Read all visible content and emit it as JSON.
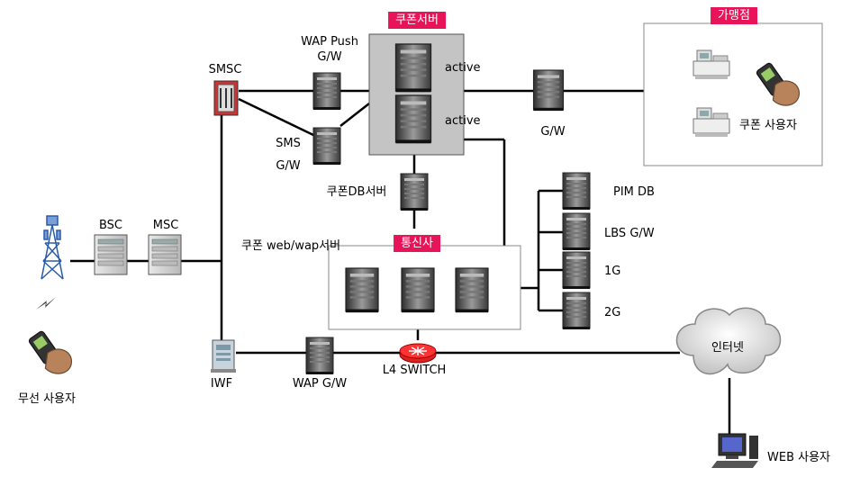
{
  "colors": {
    "accent_tag": "#e8145a",
    "line": "#000000",
    "group_box_fill": "#c8c8c8",
    "server_dark": "#4a4a4a",
    "cloud": "#d4d4d4"
  },
  "tags": {
    "coupon_server": "쿠폰서버",
    "merchant": "가맹점",
    "carrier": "통신사"
  },
  "labels": {
    "smsc": "SMSC",
    "wap_push_gw_line1": "WAP Push",
    "wap_push_gw_line2": "G/W",
    "active1": "active",
    "active2": "active",
    "sms_gw_line1": "SMS",
    "sms_gw_line2": "G/W",
    "gw": "G/W",
    "coupon_user": "쿠폰 사용자",
    "coupon_db_server": "쿠폰DB서버",
    "pim_db": "PIM DB",
    "lbs_gw": "LBS G/W",
    "g1": "1G",
    "g2": "2G",
    "bsc": "BSC",
    "msc": "MSC",
    "coupon_web_wap_server": "쿠폰 web/wap서버",
    "wireless_user": "무선 사용자",
    "iwf": "IWF",
    "wap_gw": "WAP G/W",
    "l4_switch": "L4 SWITCH",
    "internet": "인터넷",
    "web_user": "WEB 사용자"
  },
  "icons": {
    "server": "server-tower-icon",
    "register": "cash-register-icon",
    "phone_hand": "mobile-phone-in-hand-icon",
    "antenna": "cell-tower-icon",
    "rack": "rack-unit-icon",
    "router": "l4-switch-router-icon",
    "cloud": "internet-cloud-icon",
    "pc": "desktop-computer-icon"
  }
}
